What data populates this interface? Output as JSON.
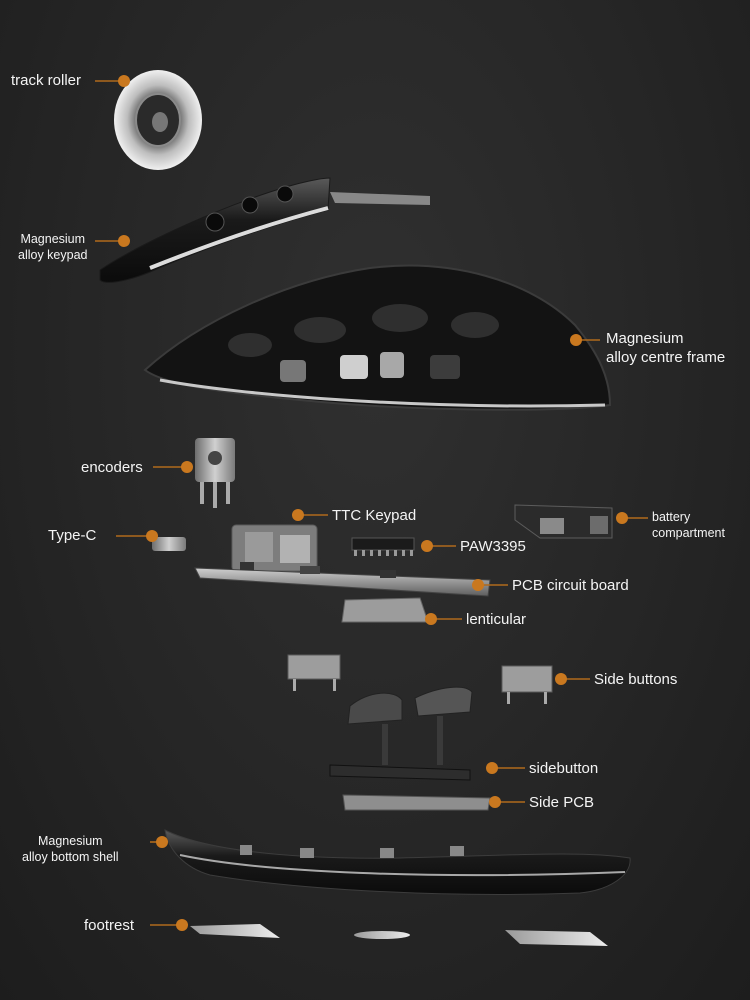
{
  "callouts": {
    "track_roller": [
      "track roller"
    ],
    "keypad": [
      "Magnesium",
      "alloy keypad"
    ],
    "centre_frame": [
      "Magnesium",
      "alloy centre frame"
    ],
    "encoders": [
      "encoders"
    ],
    "ttc_keypad": [
      "TTC Keypad"
    ],
    "battery": [
      "battery",
      "compartment"
    ],
    "type_c": [
      "Type-C"
    ],
    "paw3395": [
      "PAW3395"
    ],
    "pcb": [
      "PCB circuit board"
    ],
    "lenticular": [
      "lenticular"
    ],
    "side_buttons": [
      "Side buttons"
    ],
    "sidebutton": [
      "sidebutton"
    ],
    "side_pcb": [
      "Side PCB"
    ],
    "bottom_shell": [
      "Magnesium",
      "alloy bottom shell"
    ],
    "footrest": [
      "footrest"
    ]
  },
  "colors": {
    "background": "#262626",
    "leader_dot": "#c9781f",
    "leader_line": "#b06a1c",
    "label_text": "#f4f4f4",
    "metal_light": "#d8d8d8",
    "metal_dark": "#111111"
  }
}
